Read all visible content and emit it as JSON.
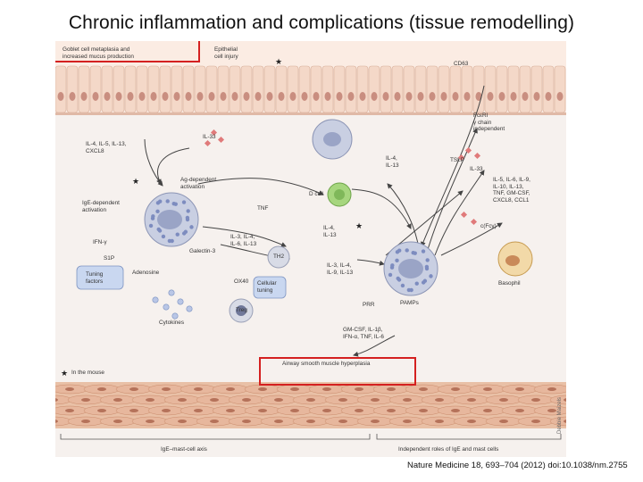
{
  "title": "Chronic inflammation and complications (tissue remodelling)",
  "labels": {
    "goblet": "Goblet cell metaplasia and\nincreased mucus production",
    "epithelial": "Epithelial\ncell injury",
    "cd63": "CD63",
    "fceri": "FcεRI\nγ chain\nindependent",
    "il33_top": "IL-33",
    "il4_cxcl8": "IL-4, IL-5, IL-13,\nCXCL8",
    "ag_dep": "Ag-dependent\nactivation",
    "ige_dep": "IgE-dependent\nactivation",
    "tnf": "TNF",
    "il4_il13_dcell": "IL-4,\nIL-13",
    "dcell": "D cell",
    "il4_il13_mid": "IL-4,\nIL-13",
    "tslp": "TSLP",
    "il33_right": "IL-33",
    "il5_list": "IL-5, IL-6, IL-9,\nIL-10, IL-13,\nTNF, GM-CSF,\nCXCL8, CCL1",
    "ifng": "IFN-γ",
    "s1p": "S1P",
    "galectin": "Galectin-3",
    "il3_left": "IL-3, IL-4,\nIL-6, IL-13",
    "th2": "TH2",
    "il3_mid": "IL-3, IL-4,\nIL-9, IL-13",
    "adenosine": "Adenosine",
    "tuning": "Tuning\nfactors",
    "ox40": "OX40",
    "cellular_tuning": "Cellular\ntuning",
    "treg": "Treg",
    "cytokines": "Cytokines",
    "prr": "PRR",
    "pamps": "PAMPs",
    "gmcsf": "GM-CSF, IL-1β,\nIFN-α, TNF, IL-6",
    "cigr": "c(Fcγ)",
    "basophil": "Basophil",
    "mouse": "In the mouse",
    "airway": "Airway smooth muscle hyperplasia",
    "ige_axis": "IgE–mast-cell axis",
    "independent": "Independent roles of IgE and mast cells"
  },
  "credit": "Debbie Maizels",
  "citation": "Nature Medicine 18, 693–704 (2012) doi:10.1038/nm.2755",
  "colors": {
    "highlight": "#d42020",
    "epithelium": "#f4d8c8",
    "muscle": "#e7b79d",
    "mast_cell": "#c9cfe2",
    "dcell": "#a6d67e"
  }
}
